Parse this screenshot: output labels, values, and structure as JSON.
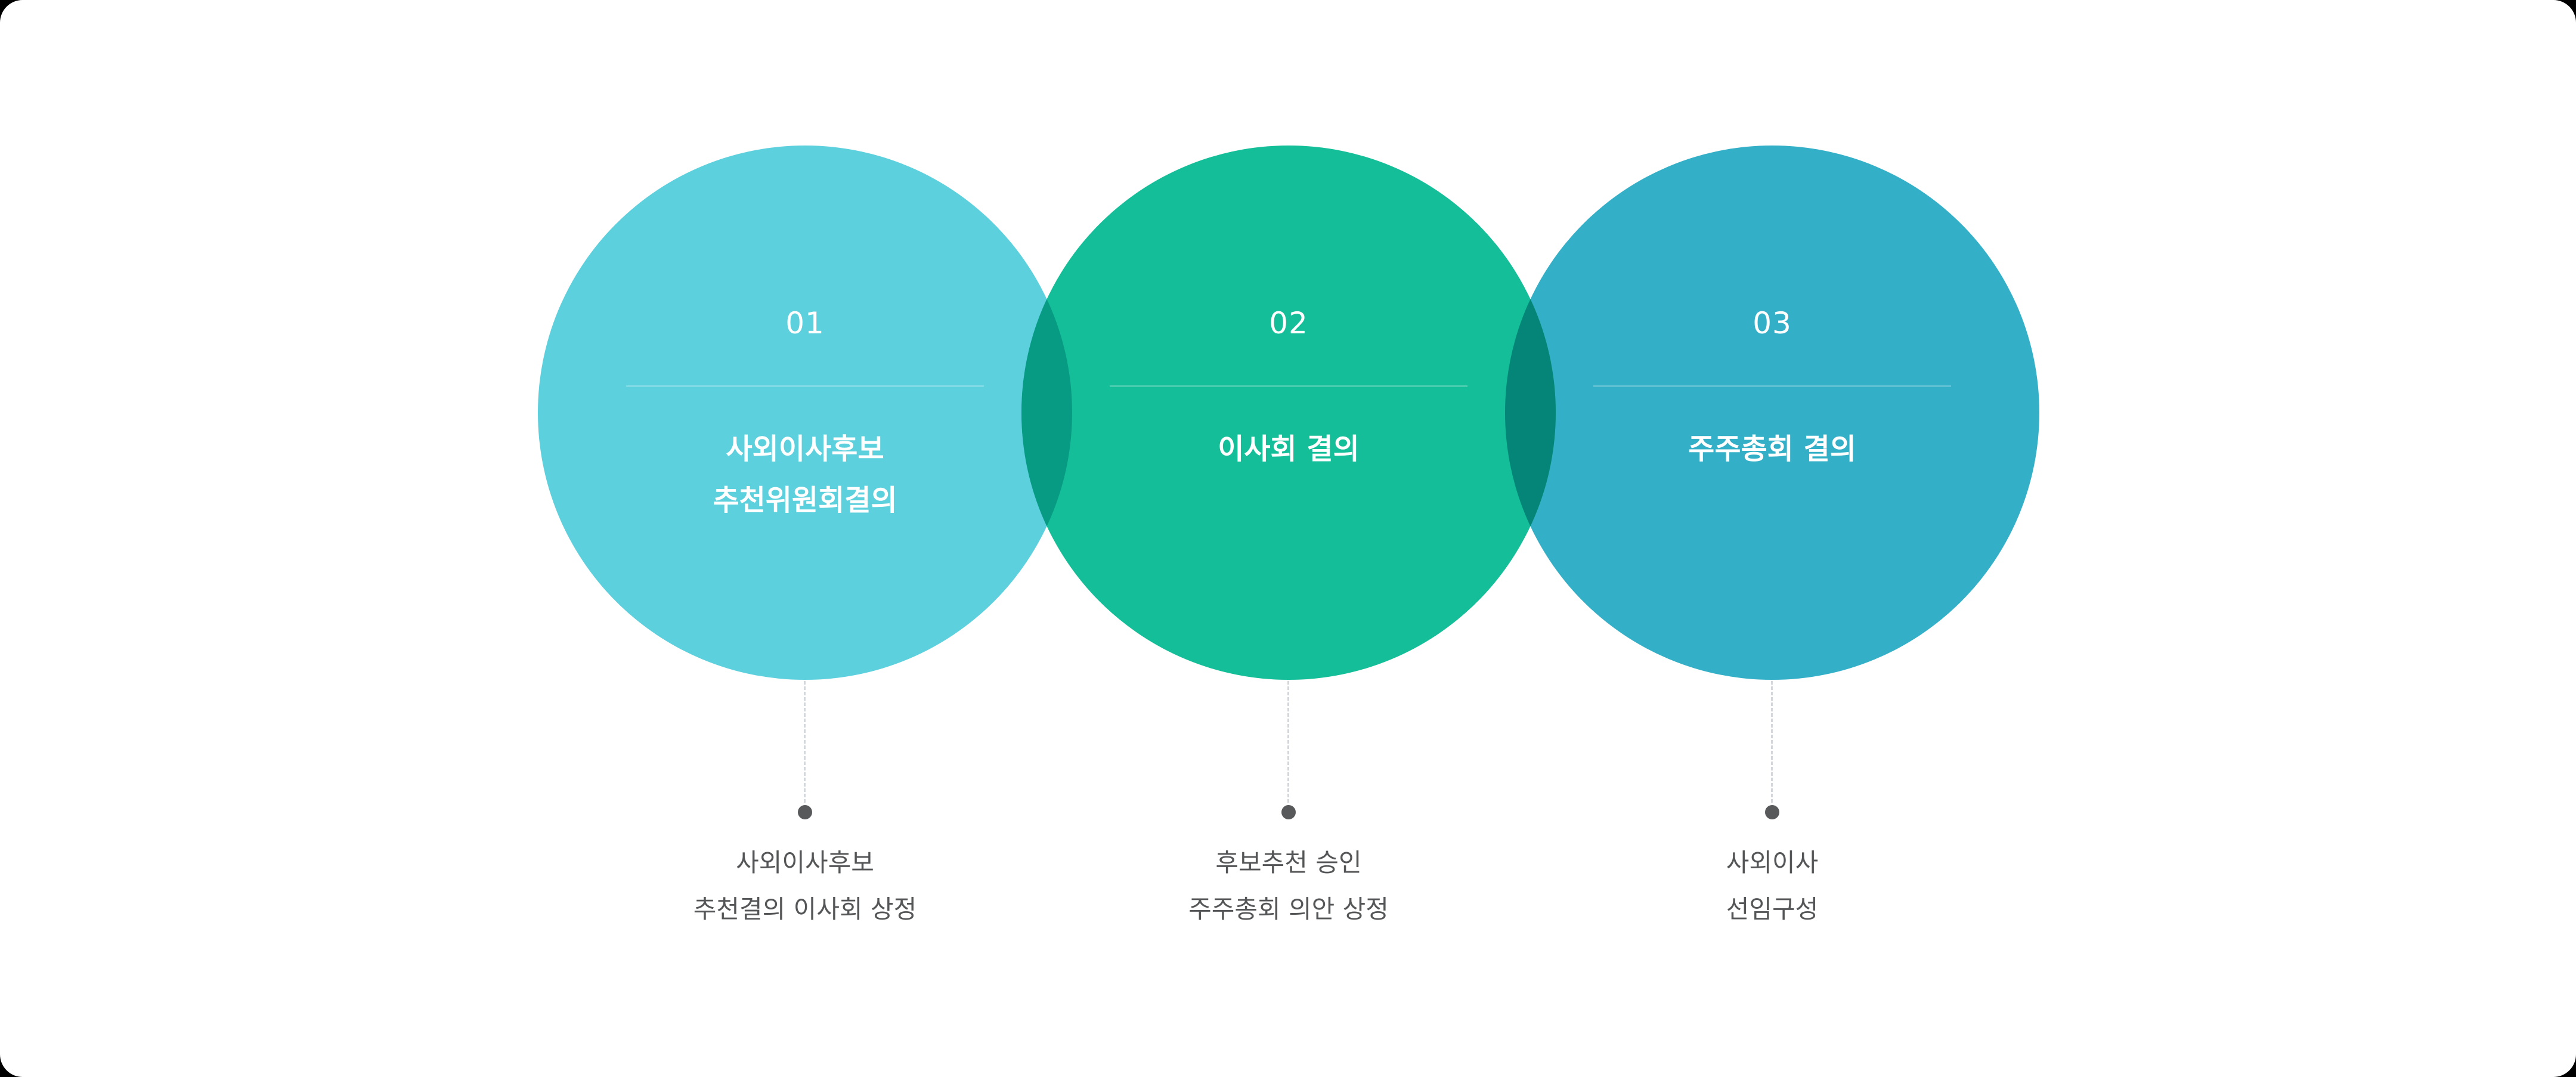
{
  "colors": {
    "circle_1": "#5CD0DD",
    "circle_2": "#14BE98",
    "circle_3": "#33AFC7",
    "overlap_1_2": "#079B84",
    "overlap_2_3": "#048577",
    "description_text": "#555657",
    "connector_dot": "#58595b",
    "connector_line": "#d3d6da"
  },
  "steps": [
    {
      "number": "01",
      "title_lines": [
        "사외이사후보",
        "추천위원회결의"
      ],
      "description_lines": [
        "사외이사후보",
        "추천결의 이사회 상정"
      ]
    },
    {
      "number": "02",
      "title_lines": [
        "이사회 결의"
      ],
      "description_lines": [
        "후보추천 승인",
        "주주총회 의안 상정"
      ]
    },
    {
      "number": "03",
      "title_lines": [
        "주주총회 결의"
      ],
      "description_lines": [
        "사외이사",
        "선임구성"
      ]
    }
  ]
}
